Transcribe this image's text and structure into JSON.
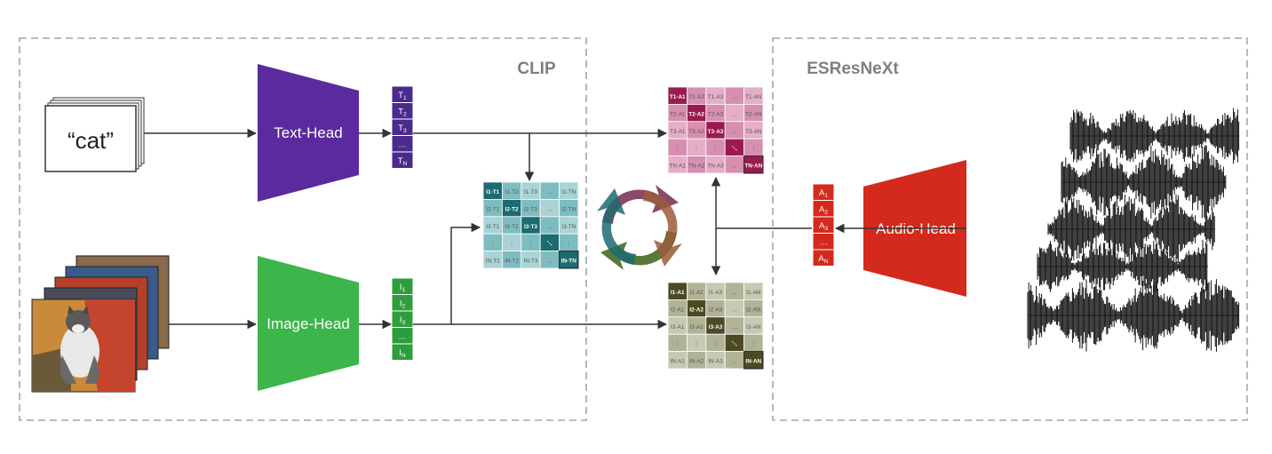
{
  "groups": {
    "clip": "CLIP",
    "esresnext": "ESResNeXt"
  },
  "text_input": "“cat”",
  "heads": {
    "text": "Text-Head",
    "image": "Image-Head",
    "audio": "Audio-Head"
  },
  "embeddings": {
    "text": [
      {
        "base": "T",
        "sub": "1"
      },
      {
        "base": "T",
        "sub": "2"
      },
      {
        "base": "T",
        "sub": "3"
      },
      {
        "base": "…",
        "sub": ""
      },
      {
        "base": "T",
        "sub": "N"
      }
    ],
    "image": [
      {
        "base": "I",
        "sub": "1"
      },
      {
        "base": "I",
        "sub": "2"
      },
      {
        "base": "I",
        "sub": "3"
      },
      {
        "base": "…",
        "sub": ""
      },
      {
        "base": "I",
        "sub": "N"
      }
    ],
    "audio": [
      {
        "base": "A",
        "sub": "1"
      },
      {
        "base": "A",
        "sub": "2"
      },
      {
        "base": "A",
        "sub": "3"
      },
      {
        "base": "…",
        "sub": ""
      },
      {
        "base": "A",
        "sub": "N"
      }
    ]
  },
  "matrices": {
    "image_text": {
      "row": "I",
      "col": "T",
      "colors": {
        "light": "#a9d3d4",
        "mid": "#7dbdc0",
        "dark": "#1c6b70"
      }
    },
    "text_audio": {
      "row": "T",
      "col": "A",
      "colors": {
        "light": "#e4aec6",
        "mid": "#d68fb0",
        "dark": "#9b1a4e"
      }
    },
    "image_audio": {
      "row": "I",
      "col": "A",
      "colors": {
        "light": "#c7c9b2",
        "mid": "#b0b396",
        "dark": "#4b4a23"
      }
    }
  },
  "colors": {
    "text_head": "#5a2a9e",
    "image_head": "#3cb54a",
    "audio_head": "#d42a1e",
    "text_embed": "#4a2a8c",
    "image_embed": "#2e9e3c",
    "audio_embed": "#d42a1e",
    "border": "#a6a6a6",
    "arrow": "#333333"
  },
  "icons": {
    "cycle": "cycle-arrows-icon",
    "audio_stack": "waveform-icon",
    "image_stack": "cat-photo-icon"
  }
}
